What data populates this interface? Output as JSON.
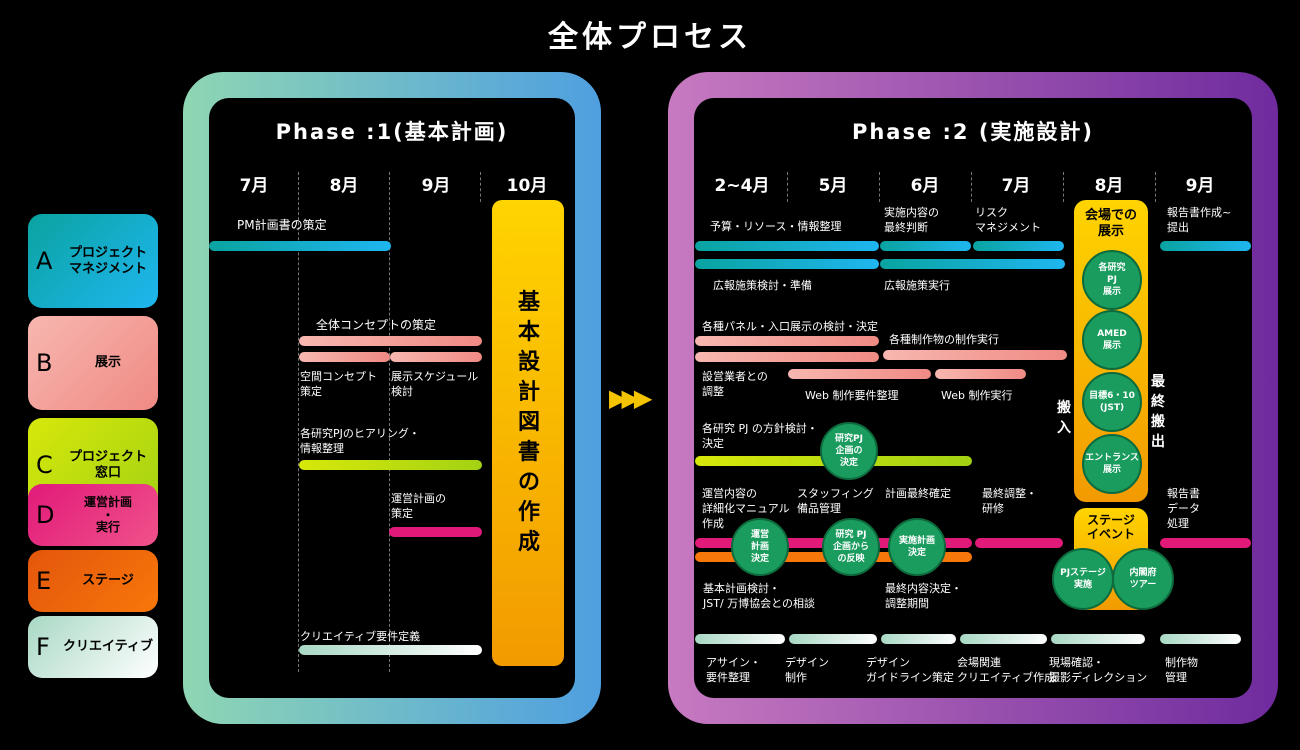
{
  "title": "全体プロセス",
  "categories": [
    {
      "letter": "A",
      "label": "プロジェクト\nマネジメント"
    },
    {
      "letter": "B",
      "label": "展示"
    },
    {
      "letter": "C",
      "label": "プロジェクト\n窓口"
    },
    {
      "letter": "D",
      "label": "運営計画\n・\n実行"
    },
    {
      "letter": "E",
      "label": "ステージ"
    },
    {
      "letter": "F",
      "label": "クリエイティブ"
    }
  ],
  "phase1": {
    "title": "Phase :1(基本計画)",
    "months": [
      "7月",
      "8月",
      "9月",
      "10月"
    ],
    "design_doc": "基本設計図書の作成",
    "texts": {
      "pm": "PM計画書の策定",
      "concept": "全体コンセプトの策定",
      "space": "空間コンセプト\n策定",
      "schedule": "展示スケジュール\n検討",
      "hearing": "各研究PJのヒアリング・\n情報整理",
      "ops": "運営計画の\n策定",
      "creative": "クリエイティブ要件定義"
    }
  },
  "arrow": "▶▶▶",
  "phase2": {
    "title": "Phase :2 (実施設計)",
    "months": [
      "2~4月",
      "5月",
      "6月",
      "7月",
      "8月",
      "9月"
    ],
    "texts": {
      "budget": "予算・リソース・情報整理",
      "final_judge": "実施内容の\n最終判断",
      "risk": "リスク\nマネジメント",
      "report_submit": "報告書作成~\n提出",
      "pr_plan": "広報施策検討・準備",
      "pr_exec": "広報施策実行",
      "panel": "各種パネル・入口展示の検討・決定",
      "prod_exec": "各種制作物の制作実行",
      "vendor": "設営業者との\n調整",
      "web_req": "Web 制作要件整理",
      "web_exec": "Web 制作実行",
      "carry_in": "搬入",
      "final_out": "最終搬出",
      "pj_policy": "各研究 PJ の方針検討・\n決定",
      "ops_manual": "運営内容の\n詳細化マニュアル\n作成",
      "staffing": "スタッフィング\n備品管理",
      "plan_final": "計画最終確定",
      "final_adjust": "最終調整・\n研修",
      "report_data": "報告書\nデータ\n処理",
      "basic_review": "基本計画検討・\nJST/ 万博協会との相談",
      "final_content": "最終内容決定・\n調整期間",
      "assign": "アサイン・\n要件整理",
      "design_prod": "デザイン\n制作",
      "guideline": "デザイン\nガイドライン策定",
      "venue_creative": "会場関連\nクリエイティブ作成",
      "site_check": "現場確認・\n撮影ディレクション",
      "prod_manage": "制作物\n管理"
    },
    "circles": {
      "pj_decide": "研究PJ\n企画の\n決定",
      "ops_decide": "運営\n計画\n決定",
      "pj_reflect": "研究 PJ\n企画から\nの反映",
      "impl_decide": "実施計画\n決定"
    },
    "venue_box": {
      "title": "会場での\n展示",
      "items": [
        "各研究\nPJ\n展示",
        "AMED\n展示",
        "目標6・10\n(JST)",
        "エントランス\n展示"
      ]
    },
    "stage_box": {
      "title": "ステージ\nイベント",
      "items": [
        "PJステージ\n実施",
        "内閣府\nツアー"
      ]
    }
  }
}
